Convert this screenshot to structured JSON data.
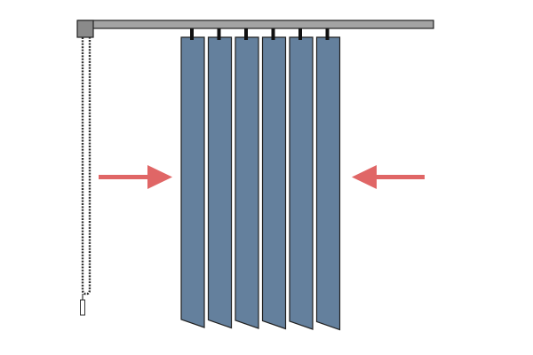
{
  "diagram": {
    "slat_count": 6,
    "arrows": [
      {
        "name": "left-arrow",
        "direction": "right"
      },
      {
        "name": "right-arrow",
        "direction": "left"
      }
    ],
    "colors": {
      "background": "#ffffff",
      "headrail_fill": "#a3a3a3",
      "headrail_end_fill": "#8a8a8a",
      "outline": "#222222",
      "slat_fill": "#64809d",
      "clip_fill": "#111111",
      "cord": "#333333",
      "cord_weight_fill": "#ffffff",
      "arrow": "#e06666"
    },
    "icons": {
      "headrail": "headrail-icon",
      "pull-cord": "pull-cord-icon",
      "slat": "vertical-slat-icon",
      "arrow": "arrow-icon"
    }
  }
}
